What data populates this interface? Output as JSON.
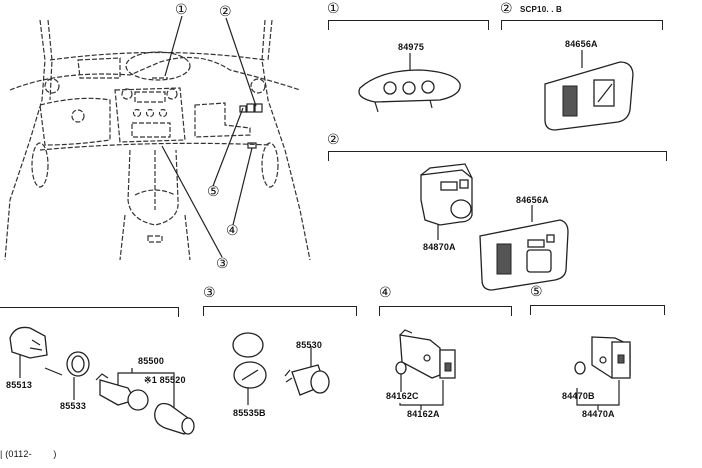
{
  "diagram": {
    "type": "exploded parts diagram",
    "subject": "vehicle interior switches and cigarette lighter",
    "overview": {
      "callouts": [
        "①",
        "②",
        "③",
        "④",
        "⑤"
      ]
    },
    "groups": [
      {
        "id": "1",
        "marker": "①",
        "note": "",
        "parts": [
          "84975"
        ]
      },
      {
        "id": "2a",
        "marker": "②",
        "note": "SCP10. . B",
        "parts": [
          "84656A"
        ]
      },
      {
        "id": "2b",
        "marker": "②",
        "note": "",
        "parts": [
          "84870A",
          "84656A"
        ]
      },
      {
        "id": "lighter",
        "marker": "",
        "note": "",
        "parts": [
          "85513",
          "85533",
          "85500",
          "※1 85520"
        ]
      },
      {
        "id": "3",
        "marker": "③",
        "note": "",
        "parts": [
          "85535B",
          "85530"
        ]
      },
      {
        "id": "4",
        "marker": "④",
        "note": "",
        "parts": [
          "84162C",
          "84162A"
        ]
      },
      {
        "id": "5",
        "marker": "⑤",
        "note": "",
        "parts": [
          "84470B",
          "84470A"
        ]
      }
    ],
    "footnote": "| (0112-        )"
  }
}
